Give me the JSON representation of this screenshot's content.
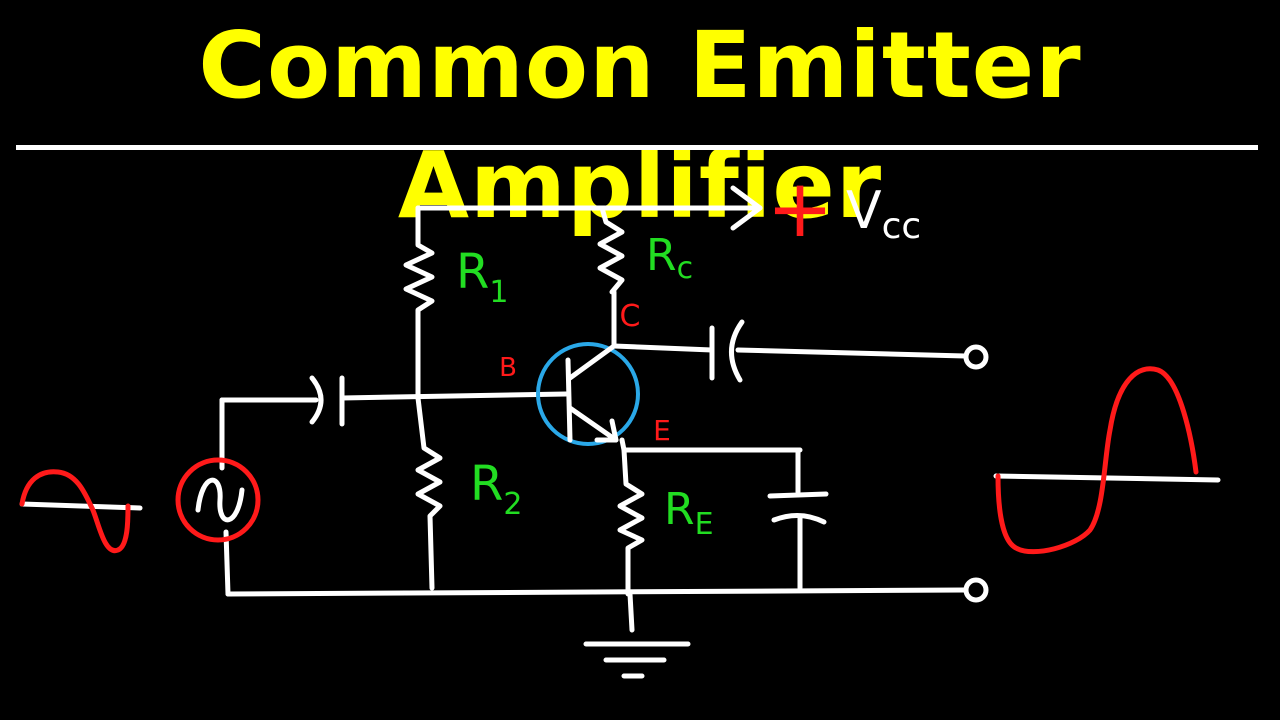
{
  "title": "Common Emitter Amplifier",
  "colors": {
    "title": "#ffff00",
    "wire": "#ffffff",
    "resistor_label": "#22dd22",
    "terminal_label": "#ff1a1a",
    "transistor_circle": "#2aa8e8",
    "signal": "#ff1a1a"
  },
  "labels": {
    "supply_sign": "+",
    "supply": "V",
    "supply_sub": "cc",
    "r1": "R",
    "r1_sub": "1",
    "r2": "R",
    "r2_sub": "2",
    "rc": "R",
    "rc_sub": "c",
    "re": "R",
    "re_sub": "E",
    "base": "B",
    "collector": "C",
    "emitter": "E"
  }
}
